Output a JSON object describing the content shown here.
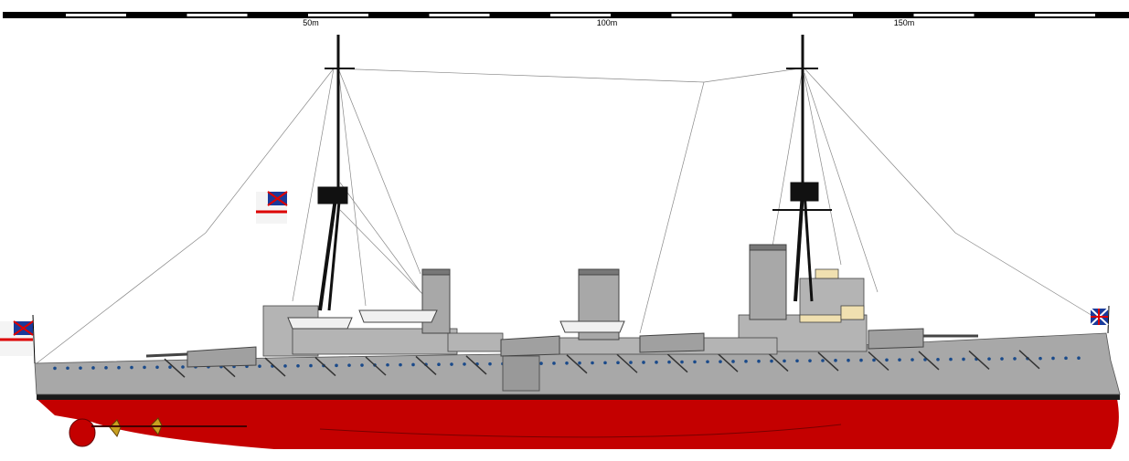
{
  "scale_bar": {
    "labels": [
      "50m",
      "100m",
      "150m"
    ]
  },
  "colors": {
    "hull_grey": "#a8a8a8",
    "superstructure_grey": "#b4b4b4",
    "antifouling_red": "#c40000",
    "boot_topping": "#1a1a1a",
    "boat_white": "#f0f0f0",
    "deck_tan": "#f0e0b0"
  }
}
